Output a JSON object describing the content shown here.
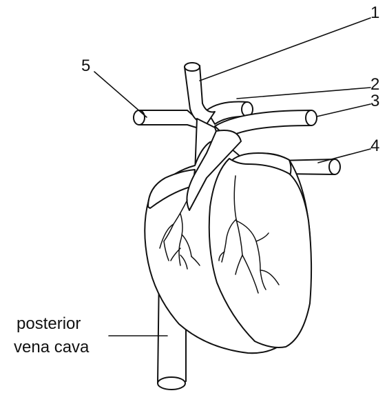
{
  "labels": {
    "one": "1",
    "two": "2",
    "three": "3",
    "four": "4",
    "five": "5",
    "posterior_vena_cava_line1": "posterior",
    "posterior_vena_cava_line2": "vena cava"
  }
}
